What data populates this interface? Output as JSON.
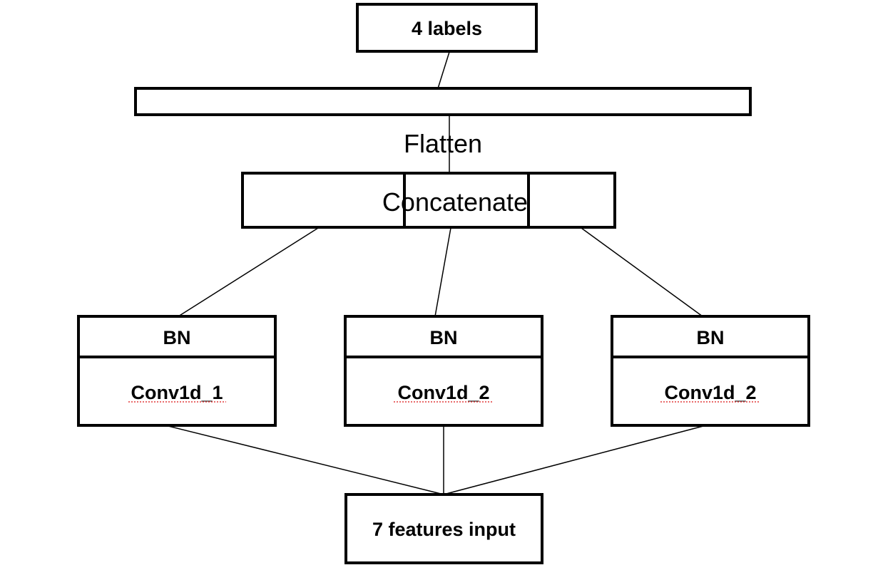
{
  "nodes": {
    "output": {
      "label": "4 labels"
    },
    "dense": {
      "label": ""
    },
    "flatten": {
      "label": "Flatten"
    },
    "concatenate": {
      "label": "Concatenate"
    },
    "branch_1": {
      "bn_label": "BN",
      "conv_label": "Conv1d_1"
    },
    "branch_2": {
      "bn_label": "BN",
      "conv_label": "Conv1d_2"
    },
    "branch_3": {
      "bn_label": "BN",
      "conv_label": "Conv1d_2"
    },
    "input": {
      "label": "7 features input"
    }
  },
  "edges": [
    {
      "from": "output",
      "to": "dense"
    },
    {
      "from": "dense",
      "to": "concatenate"
    },
    {
      "from": "concatenate",
      "to": "branch_1"
    },
    {
      "from": "concatenate",
      "to": "branch_2"
    },
    {
      "from": "concatenate",
      "to": "branch_3"
    },
    {
      "from": "branch_1",
      "to": "input"
    },
    {
      "from": "branch_2",
      "to": "input"
    },
    {
      "from": "branch_3",
      "to": "input"
    }
  ]
}
